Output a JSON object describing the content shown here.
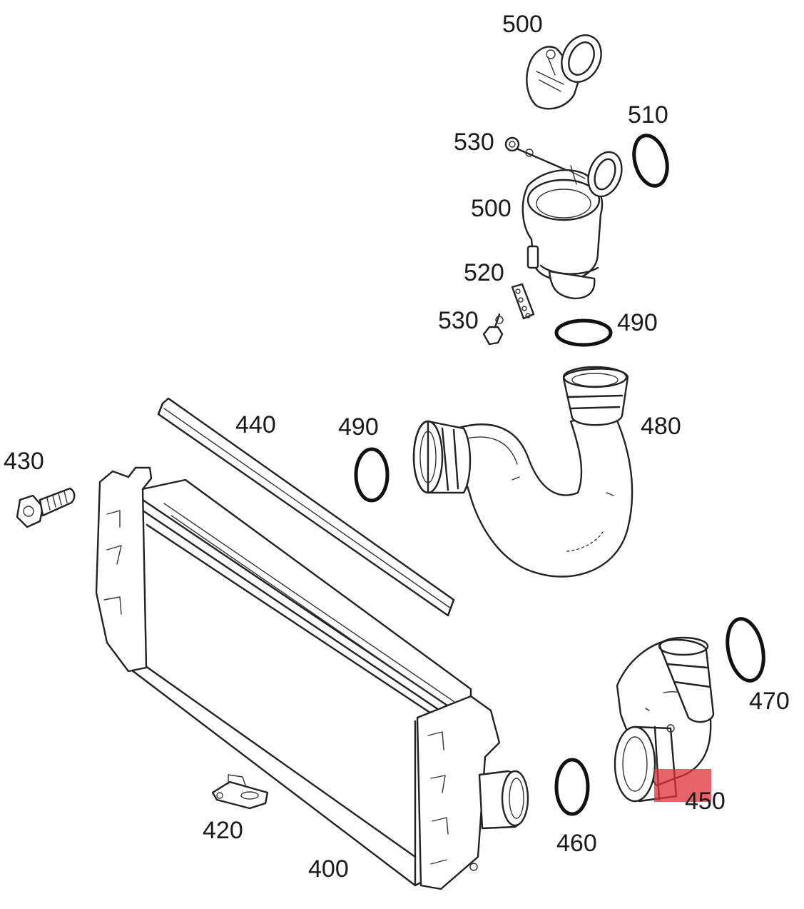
{
  "labels": {
    "p500_top": "500",
    "p510": "510",
    "p530_top": "530",
    "p500_mid": "500",
    "p520": "520",
    "p530_bot": "530",
    "p490_top": "490",
    "p440": "440",
    "p490_mid": "490",
    "p480": "480",
    "p430": "430",
    "p470": "470",
    "p450": "450",
    "p460": "460",
    "p420": "420",
    "p400": "400"
  },
  "highlight": {
    "part": "450",
    "color": "#e0303a"
  }
}
